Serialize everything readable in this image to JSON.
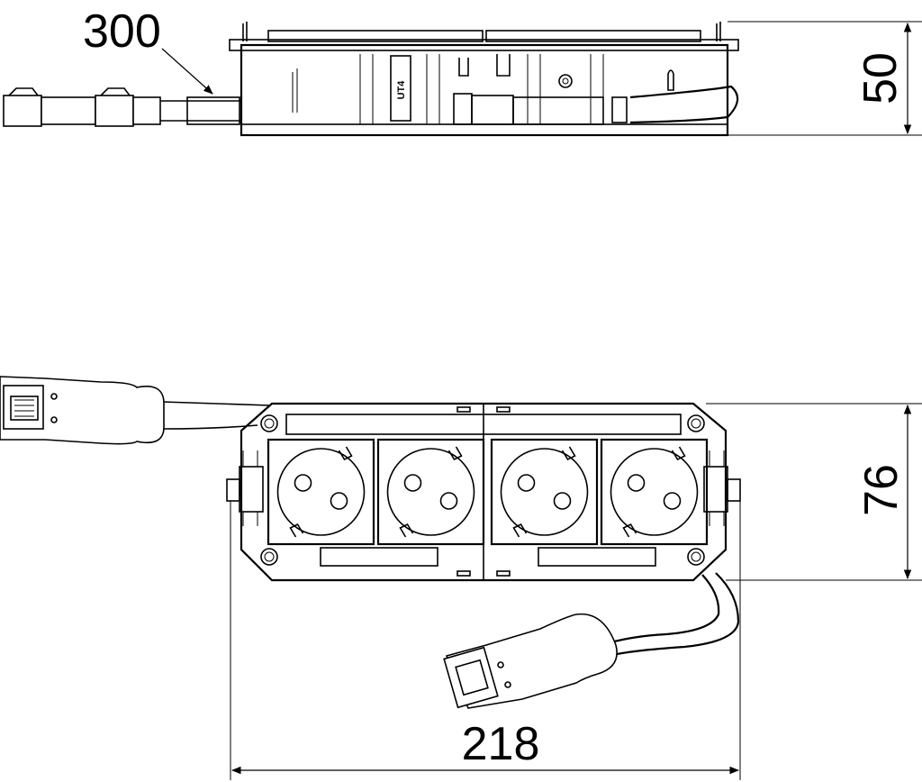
{
  "dimensions": {
    "cable_length": "300",
    "height": "50",
    "depth": "76",
    "width": "218"
  },
  "module_label": "UT4",
  "socket_count": 4
}
